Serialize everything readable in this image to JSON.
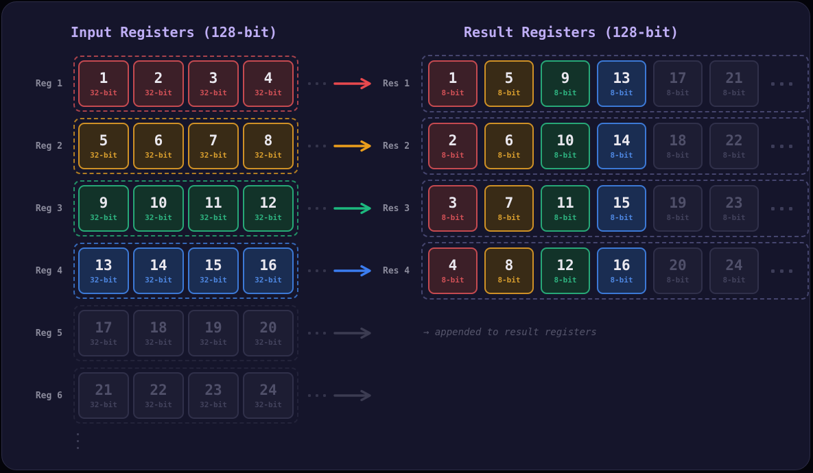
{
  "titles": {
    "input": "Input Registers (128-bit)",
    "result": "Result Registers (128-bit)"
  },
  "title_color": "#bfaef5",
  "note": "→ appended to result registers",
  "bit_labels": {
    "input": "32-bit",
    "result": "8-bit"
  },
  "palette": {
    "red": {
      "border": "#c54a50",
      "group_border": "#a8424b",
      "bg": "#3c1f28",
      "label": "#d05056",
      "number": "#eae8ef",
      "arrow": "#e8494e"
    },
    "orange": {
      "border": "#cf9126",
      "group_border": "#b07c22",
      "bg": "#392b16",
      "label": "#d89e2e",
      "number": "#eae8ef",
      "arrow": "#eb9e1c"
    },
    "green": {
      "border": "#27a877",
      "group_border": "#229066",
      "bg": "#123329",
      "label": "#2eb380",
      "number": "#eae8ef",
      "arrow": "#1db87e"
    },
    "blue": {
      "border": "#3c79d6",
      "group_border": "#3568b8",
      "bg": "#1a2d52",
      "label": "#4d86e0",
      "number": "#eae8ef",
      "arrow": "#3b7df0"
    },
    "dim": {
      "border": "#30304a",
      "group_border": "#23233a",
      "bg": "#1d1d33",
      "label": "#42425c",
      "number": "#50506a",
      "arrow": "#3c3c52"
    }
  },
  "result_group_border": "#45456e",
  "panel": {
    "bg": "#15152b",
    "border": "#2b2b45"
  },
  "input_registers": [
    {
      "label": "Reg 1",
      "color": "red",
      "values": [
        1,
        2,
        3,
        4
      ]
    },
    {
      "label": "Reg 2",
      "color": "orange",
      "values": [
        5,
        6,
        7,
        8
      ]
    },
    {
      "label": "Reg 3",
      "color": "green",
      "values": [
        9,
        10,
        11,
        12
      ]
    },
    {
      "label": "Reg 4",
      "color": "blue",
      "values": [
        13,
        14,
        15,
        16
      ]
    },
    {
      "label": "Reg 5",
      "color": "dim",
      "values": [
        17,
        18,
        19,
        20
      ]
    },
    {
      "label": "Reg 6",
      "color": "dim",
      "values": [
        21,
        22,
        23,
        24
      ]
    }
  ],
  "result_registers": [
    {
      "label": "Res 1",
      "cells": [
        {
          "value": 1,
          "color": "red"
        },
        {
          "value": 5,
          "color": "orange"
        },
        {
          "value": 9,
          "color": "green"
        },
        {
          "value": 13,
          "color": "blue"
        },
        {
          "value": 17,
          "color": "dim"
        },
        {
          "value": 21,
          "color": "dim"
        }
      ]
    },
    {
      "label": "Res 2",
      "cells": [
        {
          "value": 2,
          "color": "red"
        },
        {
          "value": 6,
          "color": "orange"
        },
        {
          "value": 10,
          "color": "green"
        },
        {
          "value": 14,
          "color": "blue"
        },
        {
          "value": 18,
          "color": "dim"
        },
        {
          "value": 22,
          "color": "dim"
        }
      ]
    },
    {
      "label": "Res 3",
      "cells": [
        {
          "value": 3,
          "color": "red"
        },
        {
          "value": 7,
          "color": "orange"
        },
        {
          "value": 11,
          "color": "green"
        },
        {
          "value": 15,
          "color": "blue"
        },
        {
          "value": 19,
          "color": "dim"
        },
        {
          "value": 23,
          "color": "dim"
        }
      ]
    },
    {
      "label": "Res 4",
      "cells": [
        {
          "value": 4,
          "color": "red"
        },
        {
          "value": 8,
          "color": "orange"
        },
        {
          "value": 12,
          "color": "green"
        },
        {
          "value": 16,
          "color": "blue"
        },
        {
          "value": 20,
          "color": "dim"
        },
        {
          "value": 24,
          "color": "dim"
        }
      ]
    }
  ]
}
